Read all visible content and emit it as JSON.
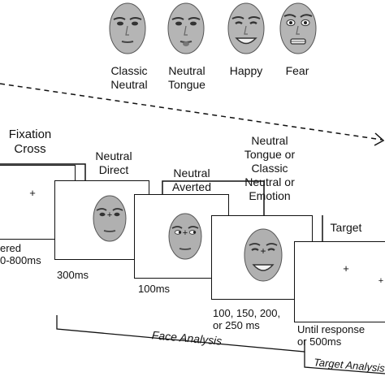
{
  "top_faces": [
    {
      "expression": "neutral",
      "label": "Classic\nNeutral"
    },
    {
      "expression": "tongue",
      "label": "Neutral\nTongue"
    },
    {
      "expression": "happy",
      "label": "Happy"
    },
    {
      "expression": "fear",
      "label": "Fear"
    }
  ],
  "steps": [
    {
      "title": "Fixation\nCross",
      "stimulus": "+",
      "duration": "ered\n0-800ms"
    },
    {
      "title": "Neutral\nDirect",
      "stimulus": "neutral-direct-face",
      "duration": "300ms"
    },
    {
      "title": "Neutral\nAverted",
      "stimulus": "neutral-averted-face",
      "duration": "100ms"
    },
    {
      "title": "Neutral\nTongue or\nClassic\nNeutral or\nEmotion",
      "stimulus": "happy-face",
      "duration": "100, 150, 200,\nor 250 ms"
    },
    {
      "title": "Target",
      "stimulus": "+",
      "duration": "Until response\nor 500ms"
    }
  ],
  "phases": {
    "face_analysis": "Face Analysis",
    "target_analysis": "Target Analysis"
  },
  "colors": {
    "line": "#111111",
    "face_skin": "#a9a9a9",
    "face_dark": "#3a3a3a"
  }
}
